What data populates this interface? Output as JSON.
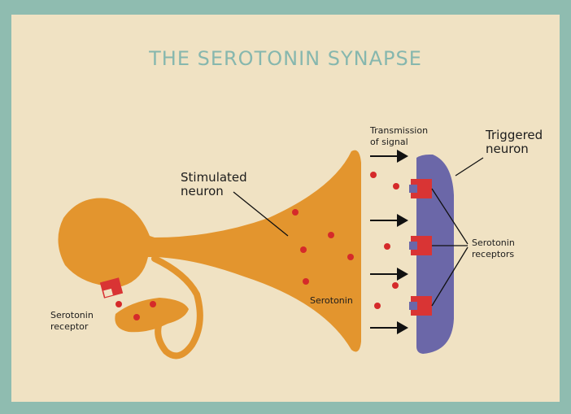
{
  "title": "THE SEROTONIN SYNAPSE",
  "labels": {
    "stimulated_neuron": [
      "Stimulated",
      "neuron"
    ],
    "triggered_neuron": [
      "Triggered",
      "neuron"
    ],
    "transmission": [
      "Transmission",
      "of signal"
    ],
    "serotonin": "Serotonin",
    "serotonin_receptors": [
      "Serotonin",
      "receptors"
    ],
    "serotonin_receptor": [
      "Serotonin",
      "receptor"
    ]
  },
  "colors": {
    "border": "#8fbcb0",
    "paper": "#f0e2c3",
    "neuron": "#e3952e",
    "triggered_neuron": "#6b67a8",
    "receptor": "#d93434",
    "serotonin_dot": "#d52a2a",
    "title": "#86b7ae"
  }
}
